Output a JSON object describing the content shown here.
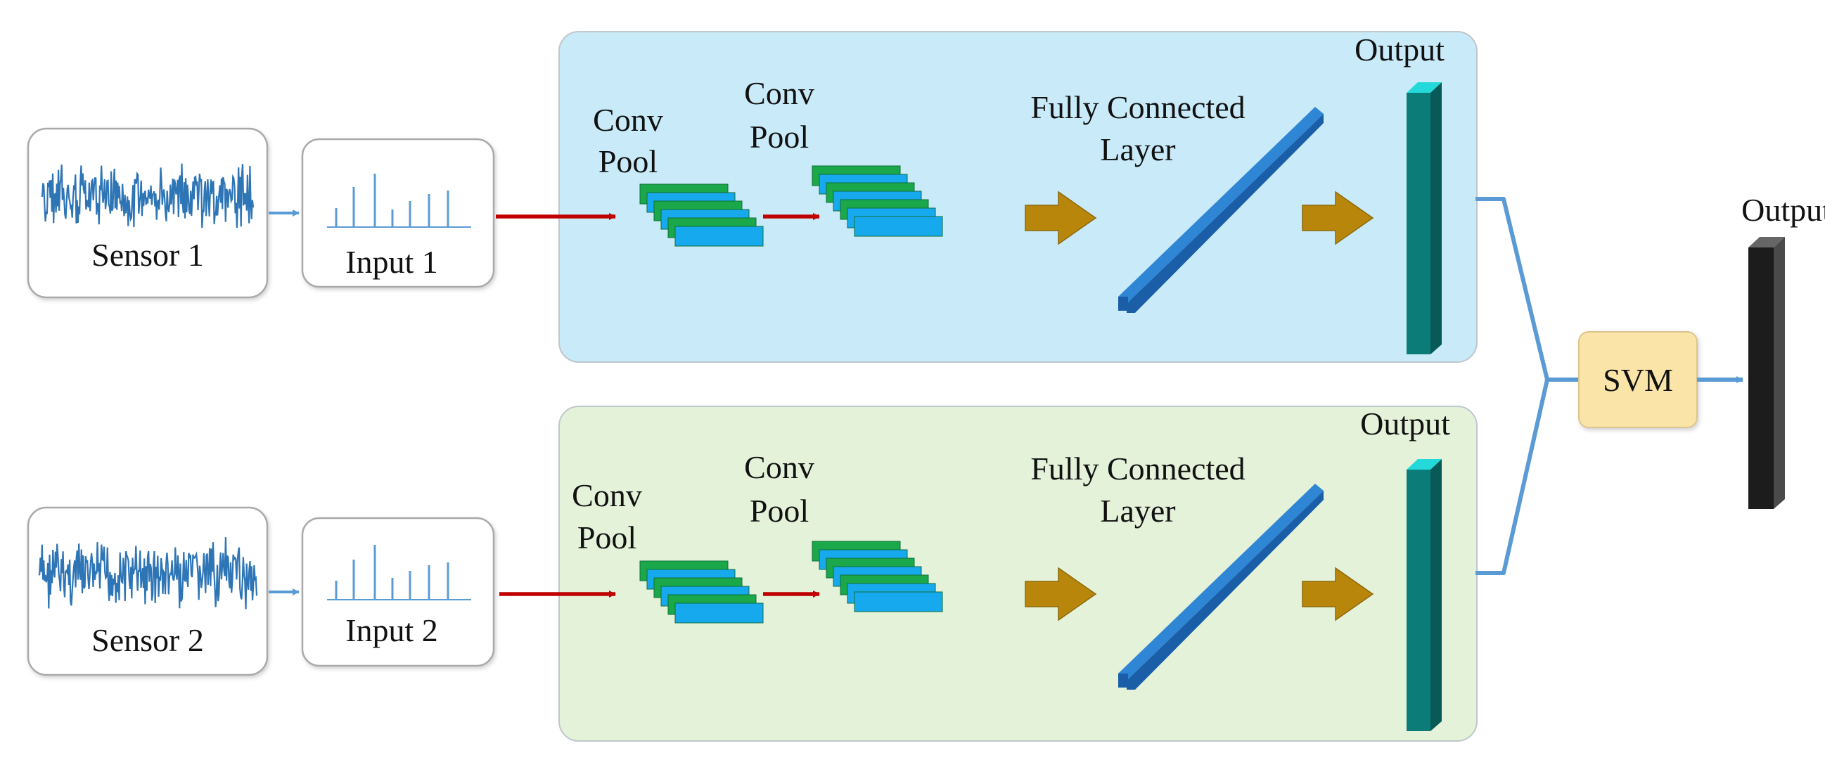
{
  "colors": {
    "panel_top": "#c9eaf8",
    "panel_bottom": "#e4f2da",
    "panel_border": "#bfc7cc",
    "red_arrow": "#c00000",
    "gold_arrow": "#b8860b",
    "blue_link": "#5b9bd5",
    "teal_bar": "#0c7c78",
    "svm_fill": "#fae4a8",
    "feature_green": "#1aa84a",
    "feature_blue": "#17a9ee",
    "fc_blue": "#2f86d4",
    "output_dark": "#1c1c1c"
  },
  "branches": [
    {
      "sensor_label": "Sensor 1",
      "input_label": "Input 1",
      "conv1_line1": "Conv",
      "conv1_line2": "Pool",
      "conv2_line1": "Conv",
      "conv2_line2": "Pool",
      "fc_line1": "Fully Connected",
      "fc_line2": "Layer",
      "output_label": "Output"
    },
    {
      "sensor_label": "Sensor 2",
      "input_label": "Input 2",
      "conv1_line1": "Conv",
      "conv1_line2": "Pool",
      "conv2_line1": "Conv",
      "conv2_line2": "Pool",
      "fc_line1": "Fully Connected",
      "fc_line2": "Layer",
      "output_label": "Output"
    }
  ],
  "fusion": {
    "svm_label": "SVM",
    "output_label": "Output"
  }
}
